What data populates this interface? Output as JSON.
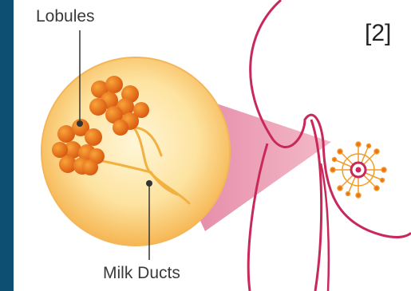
{
  "labels": {
    "lobules": "Lobules",
    "milk_ducts": "Milk Ducts",
    "reference": "[2]"
  },
  "colors": {
    "frame": "#0c4f73",
    "outline": "#c8285a",
    "magnifier_cone": "#e0859f",
    "circle_fill": "#fcd98a",
    "lobule": "#e8731a",
    "duct": "#f3b13f"
  }
}
